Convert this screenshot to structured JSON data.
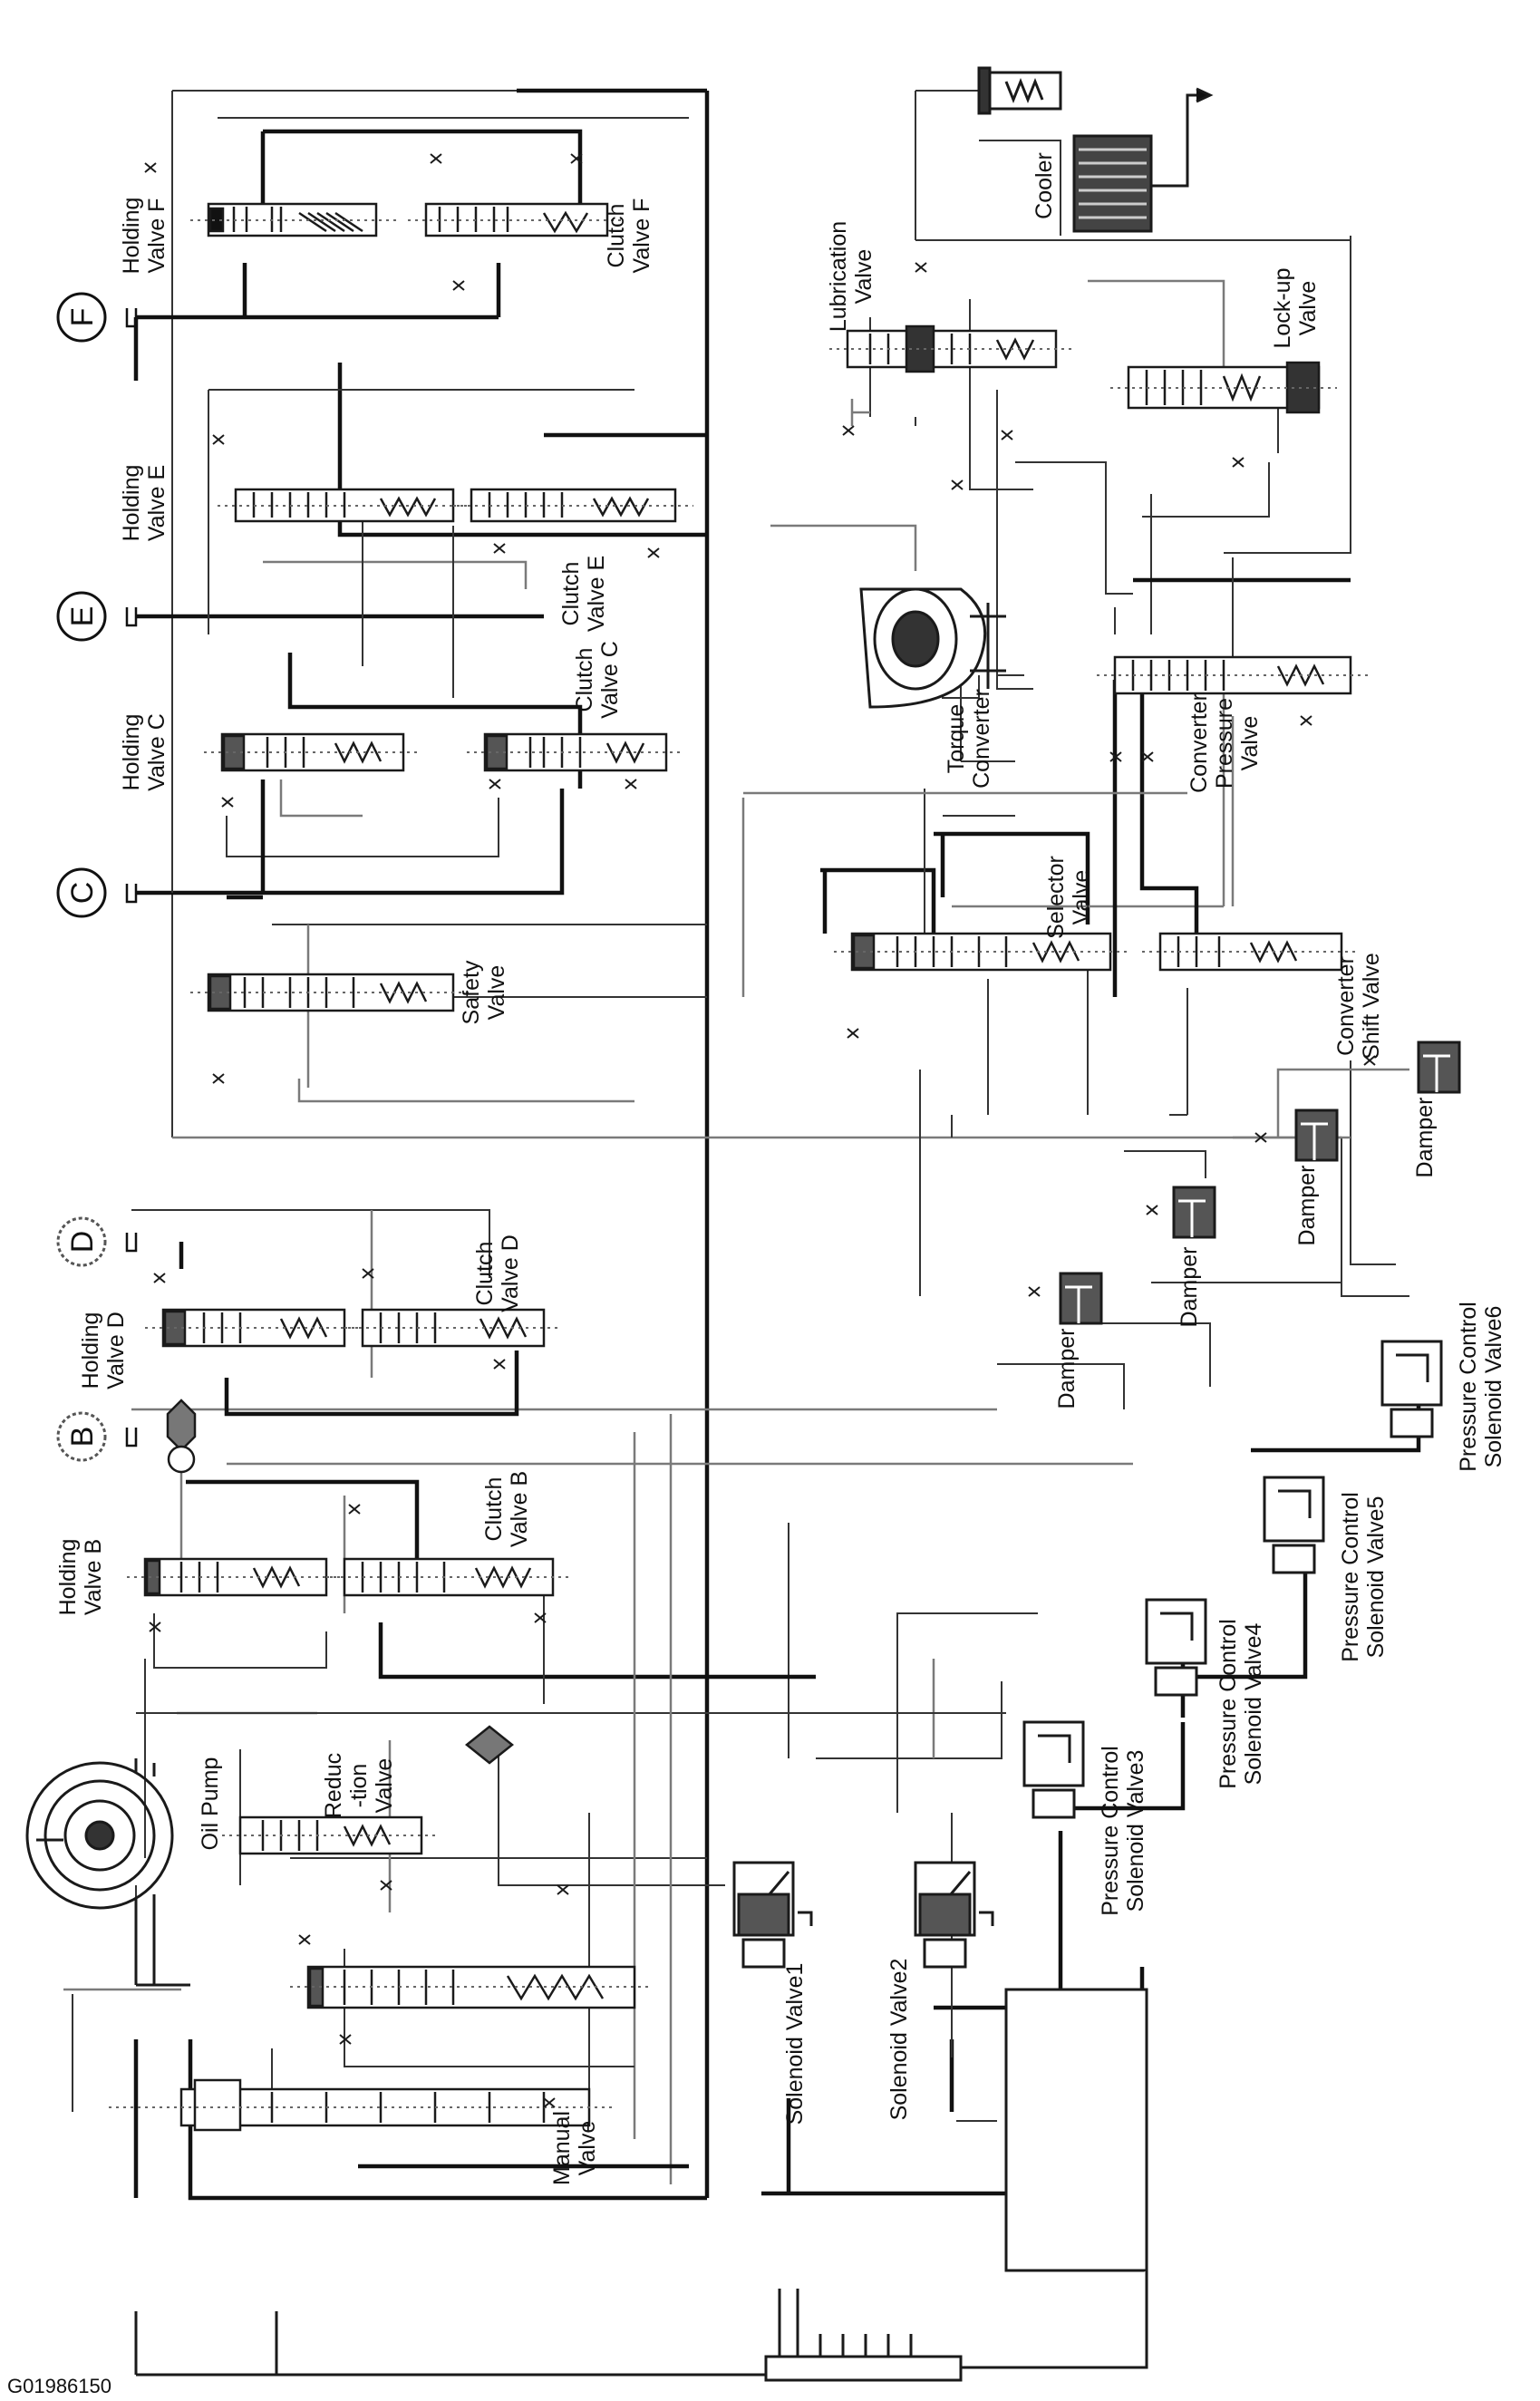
{
  "labels": {
    "holding_f": "Holding Valve F",
    "clutch_f": "Clutch Valve F",
    "holding_e": "Holding Valve E",
    "clutch_e": "Clutch Valve E",
    "holding_c": "Holding Valve C",
    "clutch_c": "Clutch Valve C",
    "safety": "Safety Valve",
    "holding_d": "Holding Valve D",
    "clutch_d": "Clutch Valve D",
    "holding_b": "Holding Valve B",
    "clutch_b": "Clutch Valve B",
    "oil_pump": "Oil Pump",
    "reduction": "Reduc -tion Valve",
    "manual": "Manual Valve",
    "solenoid1": "Solenoid Valve1",
    "solenoid2": "Solenoid Valve2",
    "pcsv3": "Pressure Control Solenoid Valve3",
    "pcsv4": "Pressure Control Solenoid Valve4",
    "pcsv5": "Pressure Control Solenoid Valve5",
    "pcsv6": "Pressure Control Solenoid Valve6",
    "selector": "Selector Valve",
    "converter_shift": "Converter Shift Valve",
    "converter_pressure": "Converter Pressure Valve",
    "torque_converter": "Torque Converter",
    "lubrication": "Lubrication Valve",
    "lockup": "Lock-up Valve",
    "cooler": "Cooler",
    "damper_1": "Damper",
    "damper_2": "Damper",
    "damper_3": "Damper",
    "damper_4": "Damper"
  },
  "circles": {
    "F": "F",
    "E": "E",
    "C": "C",
    "D": "D",
    "B": "B"
  },
  "figure_code": "G01986150"
}
